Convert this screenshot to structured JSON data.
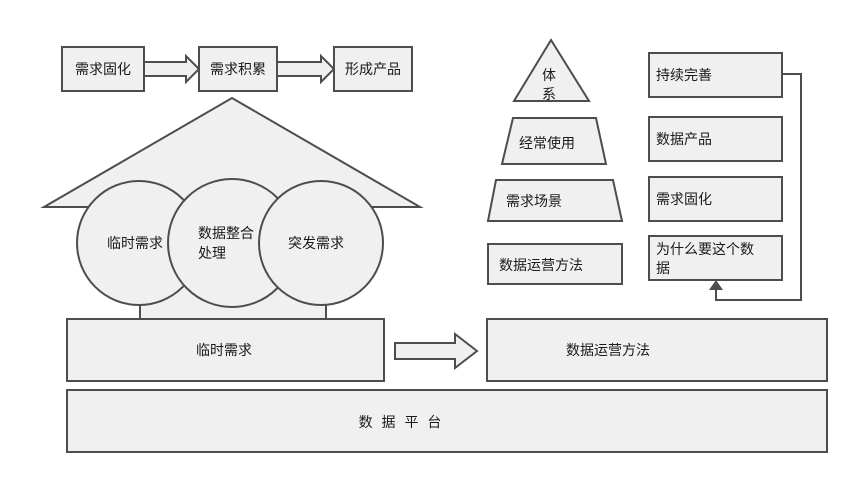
{
  "top_flow": {
    "step1": "需求固化",
    "step2": "需求积累",
    "step3": "形成产品"
  },
  "house": {
    "circle_left": "临时需求",
    "circle_middle_line1": "数据整合",
    "circle_middle_line2": "处理",
    "circle_right": "突发需求"
  },
  "pyramid": {
    "top_line1": "体",
    "top_line2": "系",
    "level2": "经常使用",
    "level3": "需求场景",
    "base": "数据运营方法"
  },
  "right_column": {
    "item1": "持续完善",
    "item2": "数据产品",
    "item3": "需求固化",
    "item4_line1": "为什么要这个数",
    "item4_line2": "据"
  },
  "bottom": {
    "left_bar": "临时需求",
    "right_bar": "数据运营方法",
    "platform": "数  据  平  台"
  }
}
